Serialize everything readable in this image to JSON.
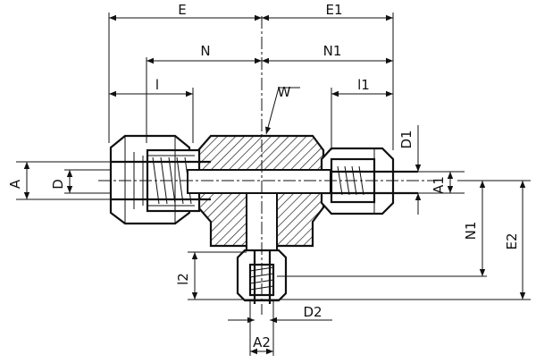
{
  "labels": {
    "E": "E",
    "E1": "E1",
    "N": "N",
    "N1_top": "N1",
    "l": "l",
    "l1": "l1",
    "W": "W",
    "D1": "D1",
    "A": "A",
    "D": "D",
    "A1": "A1",
    "N1_side": "N1",
    "E2": "E2",
    "l2": "l2",
    "D2": "D2",
    "A2": "A2"
  },
  "colors": {
    "line": "#111111",
    "background": "#ffffff"
  }
}
